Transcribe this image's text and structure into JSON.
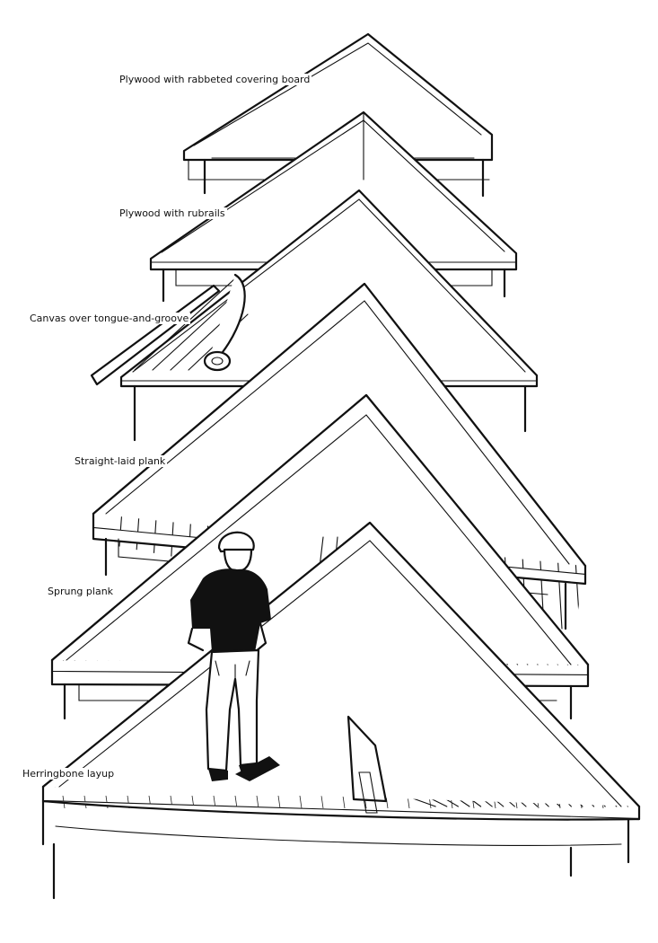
{
  "labels": {
    "rabbeted": "Plywood with rabbeted covering board",
    "rubrails": "Plywood with rubrails",
    "canvas": "Canvas over tongue-and-groove",
    "straight": "Straight-laid plank",
    "sprung": "Sprung plank",
    "herringbone": "Herringbone layup"
  },
  "colors": {
    "ink": "#111111",
    "paper": "#ffffff"
  }
}
